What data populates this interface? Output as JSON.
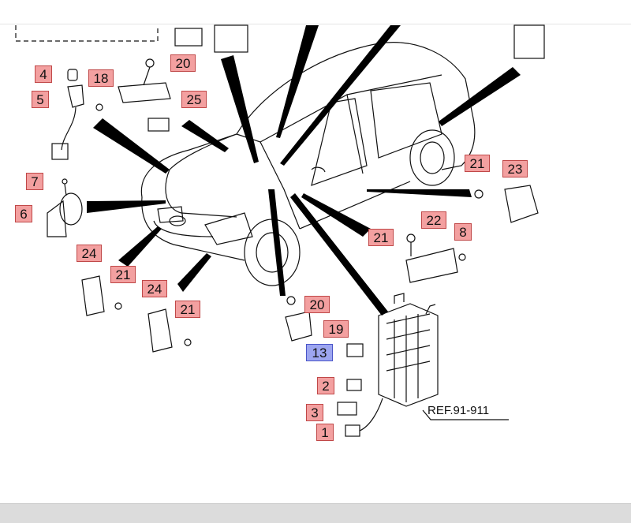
{
  "callouts": {
    "c4": "4",
    "c5": "5",
    "c18": "18",
    "c20a": "20",
    "c25": "25",
    "c7": "7",
    "c6": "6",
    "c24a": "24",
    "c21a": "21",
    "c24b": "24",
    "c21b": "21",
    "c21c": "21",
    "c23": "23",
    "c21d": "21",
    "c22": "22",
    "c8": "8",
    "c20b": "20",
    "c19": "19",
    "c13": "13",
    "c2": "2",
    "c3": "3",
    "c1": "1"
  },
  "reference": "REF.91-911",
  "colors": {
    "callout_red": "#f3a0a0",
    "callout_blue": "#9da6f0",
    "line": "#000000"
  }
}
